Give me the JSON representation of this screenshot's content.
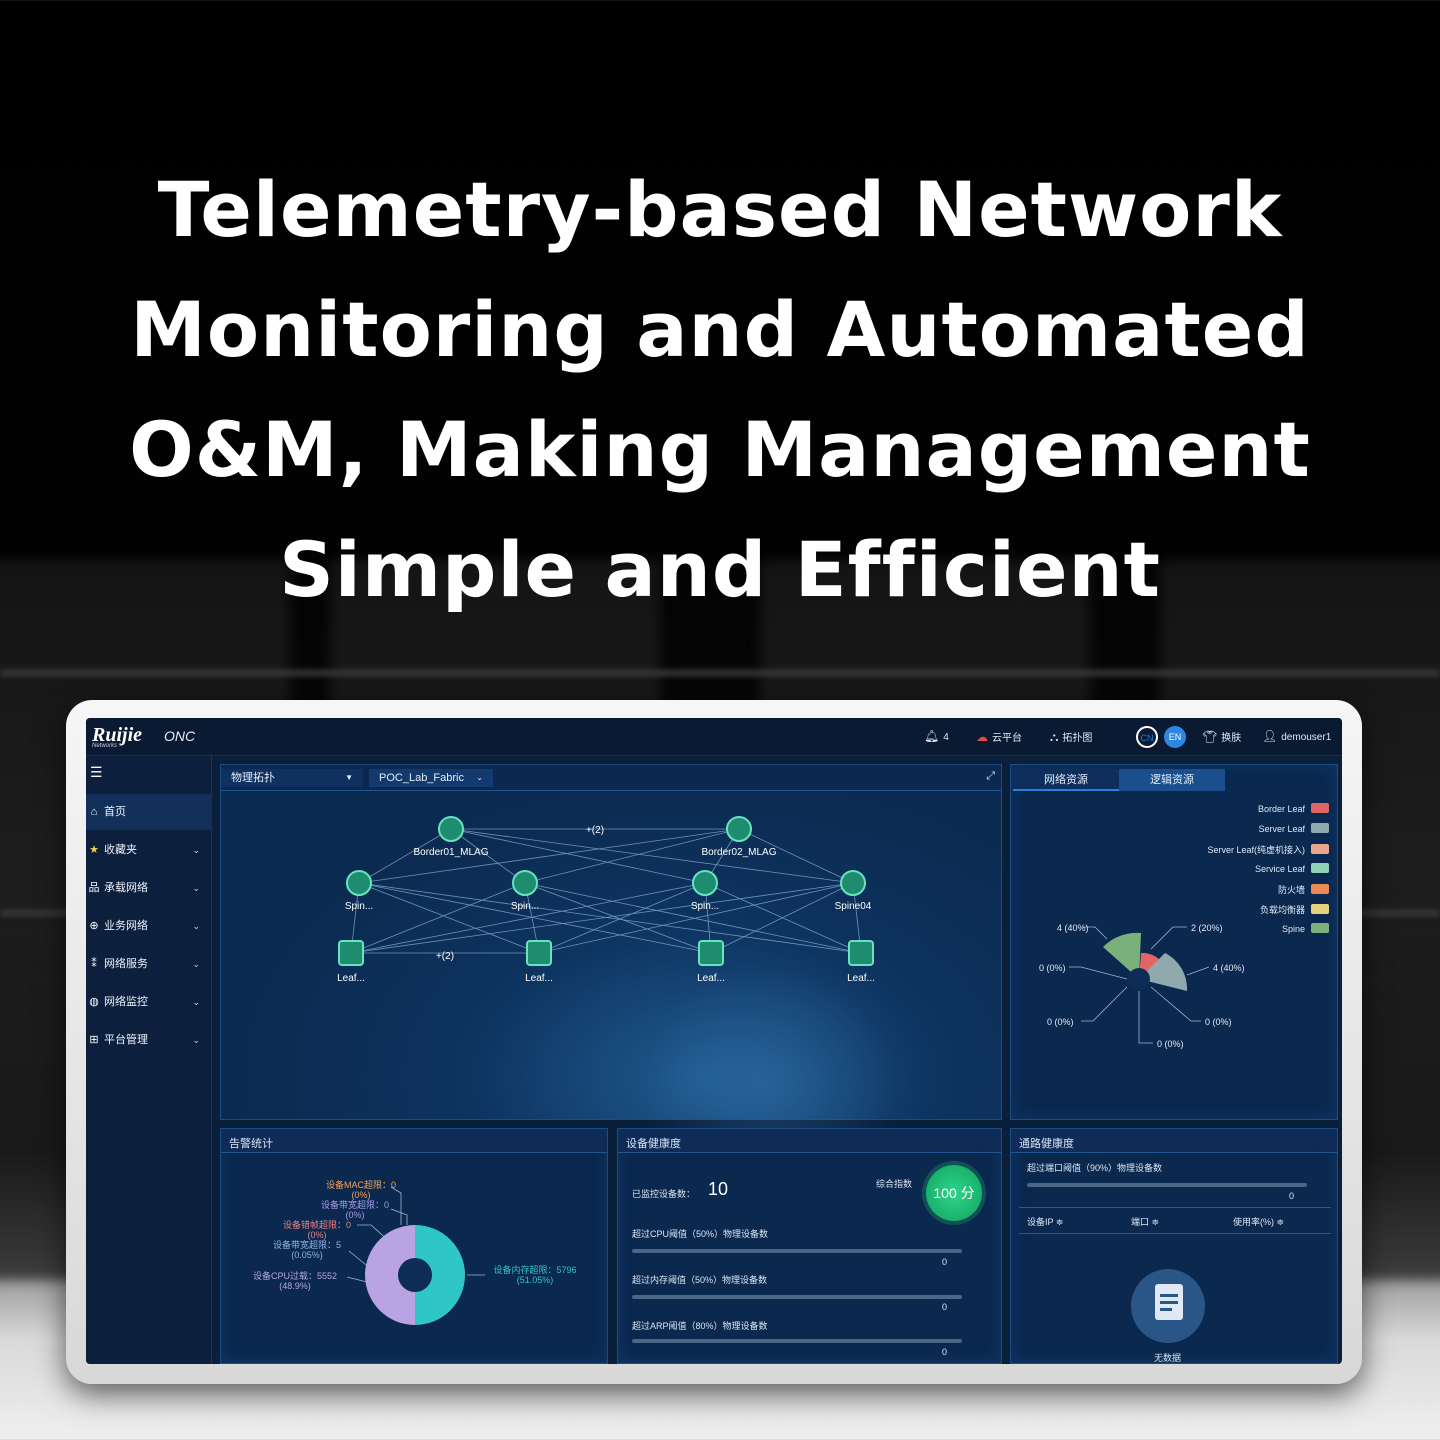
{
  "headline": {
    "line1": "Telemetry-based Network",
    "line2": "Monitoring and Automated",
    "line3": "O&M, Making Management",
    "line4": "Simple and Efficient"
  },
  "topbar": {
    "logo": "Ruijie",
    "logo_sub": "Networks",
    "product": "ONC",
    "notifications": "4",
    "cloud": "云平台",
    "topology": "拓扑图",
    "lang_cn": "CN",
    "lang_en": "EN",
    "skin": "换肤",
    "user": "demouser1"
  },
  "sidebar": {
    "items": [
      {
        "label": "首页",
        "icon": "home-icon"
      },
      {
        "label": "收藏夹",
        "icon": "star-folder-icon"
      },
      {
        "label": "承载网络",
        "icon": "network-icon"
      },
      {
        "label": "业务网络",
        "icon": "globe-icon"
      },
      {
        "label": "网络服务",
        "icon": "service-icon"
      },
      {
        "label": "网络监控",
        "icon": "monitor-icon"
      },
      {
        "label": "平台管理",
        "icon": "grid-icon"
      }
    ]
  },
  "topology": {
    "view_select": "物理拓扑",
    "fabric_select": "POC_Lab_Fabric",
    "nodes": {
      "border1": "Border01_MLAG",
      "border2": "Border02_MLAG",
      "spine1": "Spin...",
      "spine2": "Spin...",
      "spine3": "Spin...",
      "spine4": "Spine04",
      "leaf1": "Leaf...",
      "leaf2": "Leaf...",
      "leaf3": "Leaf...",
      "leaf4": "Leaf..."
    },
    "link_label_top": "+(2)",
    "link_label_bottom": "+(2)"
  },
  "resources": {
    "tab_network": "网络资源",
    "tab_logical": "逻辑资源",
    "legend": [
      {
        "name": "Border Leaf",
        "color": "#e06666"
      },
      {
        "name": "Server Leaf",
        "color": "#8fa9ad"
      },
      {
        "name": "Server Leaf(纯虚机接入)",
        "color": "#e9a68c"
      },
      {
        "name": "Service Leaf",
        "color": "#8fd1b3"
      },
      {
        "name": "防火墙",
        "color": "#ea8a55"
      },
      {
        "name": "负载均衡器",
        "color": "#e6d27a"
      },
      {
        "name": "Spine",
        "color": "#7bb07a"
      }
    ],
    "rose_labels": {
      "l1": "4 (40%)",
      "l2": "2 (20%)",
      "l3": "4 (40%)",
      "l4": "0 (0%)",
      "l5": "0 (0%)",
      "l6": "0 (0%)",
      "l7": "0 (0%)"
    }
  },
  "alarm": {
    "title": "告警统计",
    "labels": {
      "mac": "设备MAC超限：0",
      "mac_pct": "(0%)",
      "bw1": "设备带宽超限：0",
      "bw1_pct": "(0%)",
      "err": "设备错帧超限：0",
      "err_pct": "(0%)",
      "bw2": "设备带宽超限：5",
      "bw2_pct": "(0.05%)",
      "cpu": "设备CPU过载：5552",
      "cpu_pct": "(48.9%)",
      "mem": "设备内存超限：5796",
      "mem_pct": "(51.05%)"
    },
    "colors": {
      "cpu": "#b9a3e3",
      "mem": "#2fc6c8"
    }
  },
  "health": {
    "title": "设备健康度",
    "monitored_label": "已监控设备数：",
    "monitored_value": "10",
    "score_label": "综合指数",
    "score": "100 分",
    "cpu_label": "超过CPU阈值（50%）物理设备数",
    "cpu_value": "0",
    "mem_label": "超过内存阈值（50%）物理设备数",
    "mem_value": "0",
    "arp_label": "超过ARP阈值（80%）物理设备数",
    "arp_value": "0"
  },
  "link": {
    "title": "通路健康度",
    "port_label": "超过端口阈值（90%）物理设备数",
    "port_value": "0",
    "col_ip": "设备IP ≑",
    "col_port": "端口 ≑",
    "col_usage": "使用率(%) ≑",
    "empty": "无数据"
  }
}
